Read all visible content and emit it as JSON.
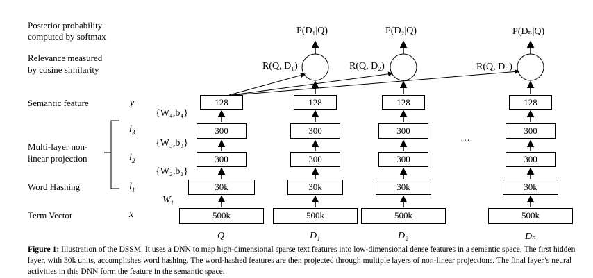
{
  "left_labels": {
    "posterior_line1": "Posterior probability",
    "posterior_line2": "computed by softmax",
    "relevance_line1": "Relevance measured",
    "relevance_line2": "by cosine similarity",
    "semantic_feature": "Semantic feature",
    "multilayer_line1": "Multi-layer non-",
    "multilayer_line2": "linear projection",
    "word_hashing": "Word Hashing",
    "term_vector": "Term Vector"
  },
  "layer_symbols": {
    "y": "y",
    "l3": "l",
    "l3_sub": "3",
    "l2": "l",
    "l2_sub": "2",
    "l1": "l",
    "l1_sub": "1",
    "x": "x"
  },
  "weights": {
    "w4": "{W₄,b₄}",
    "w3": "{W₃,b₃}",
    "w2": "{W₂,b₂}",
    "w1": "W",
    "w1_sub": "1"
  },
  "columns": [
    {
      "doc": "Q",
      "layers": [
        "128",
        "300",
        "300",
        "30k",
        "500k"
      ]
    },
    {
      "doc": "D₁",
      "prob": "P(D₁|Q)",
      "rel": "R(Q, D₁)",
      "layers": [
        "128",
        "300",
        "300",
        "30k",
        "500k"
      ]
    },
    {
      "doc": "D₂",
      "prob": "P(D₂|Q)",
      "rel": "R(Q, D₂)",
      "layers": [
        "128",
        "300",
        "300",
        "30k",
        "500k"
      ]
    },
    {
      "doc": "Dₙ",
      "prob": "P(Dₙ|Q)",
      "rel": "R(Q, Dₙ)",
      "layers": [
        "128",
        "300",
        "300",
        "30k",
        "500k"
      ]
    }
  ],
  "ellipsis": "…",
  "caption": {
    "label": "Figure 1:",
    "text": " Illustration of the DSSM. It uses a DNN to map high-dimensional sparse text features into low-dimensional dense features in a semantic space. The first hidden layer, with 30k units, accomplishes word hashing. The word-hashed features are then projected through multiple layers of non-linear projections. The final layer’s neural activities in this DNN form the feature in the semantic space."
  }
}
